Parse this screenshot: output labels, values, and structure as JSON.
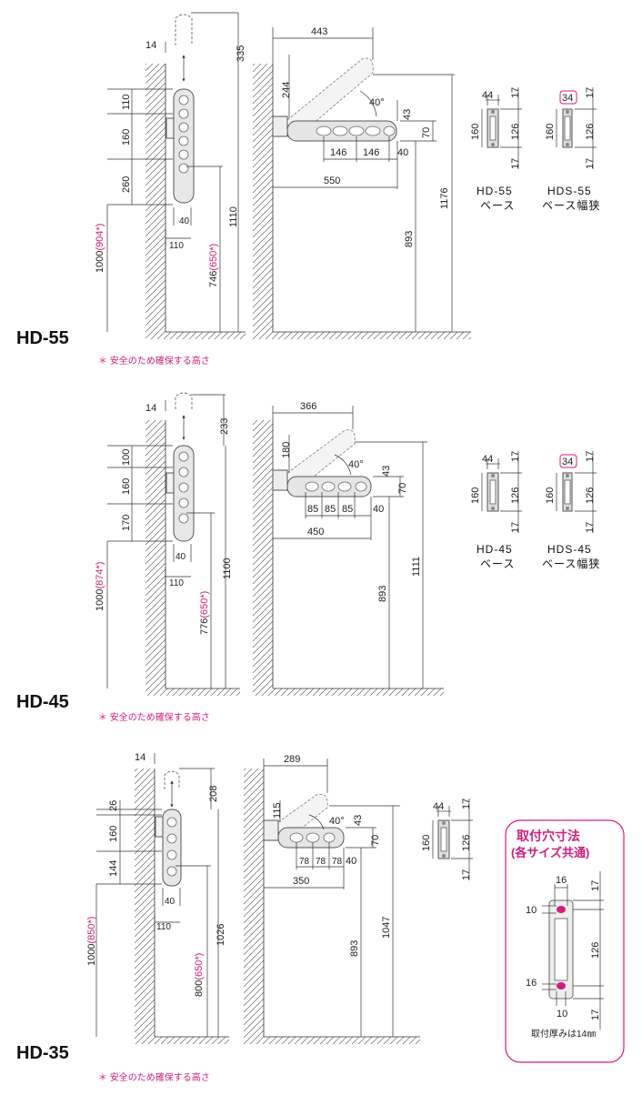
{
  "sections": [
    {
      "model": "HD-55",
      "note": "＊ 安全のため確保する高さ",
      "side": {
        "top_offset": "14",
        "fold_height": "335",
        "h1": "110",
        "h2": "160",
        "h3": "260",
        "total_a": "1000",
        "total_a_alt": "(904*)",
        "right_a": "746",
        "right_a_alt": "(650*)",
        "right_b": "1110",
        "bottom_w1": "40",
        "bottom_w2": "110"
      },
      "front": {
        "top_len": "443",
        "arm_h": "244",
        "angle": "40°",
        "pipe_h": "43",
        "pipe_w": "70",
        "holes": [
          "146",
          "146"
        ],
        "end": "40",
        "span": "550",
        "height_a": "893",
        "height_b": "1176"
      },
      "bases": [
        {
          "width": "44",
          "top": "17",
          "mid": "126",
          "bottom": "17",
          "left": "160",
          "label1": "HD-55",
          "label2": "ベース"
        },
        {
          "width": "34",
          "top": "17",
          "mid": "126",
          "bottom": "17",
          "left": "160",
          "label1": "HDS-55",
          "label2": "ベース幅狭"
        }
      ]
    },
    {
      "model": "HD-45",
      "note": "＊ 安全のため確保する高さ",
      "side": {
        "top_offset": "14",
        "fold_height": "233",
        "h1": "100",
        "h2": "160",
        "h3": "170",
        "total_a": "1000",
        "total_a_alt": "(874*)",
        "right_a": "776",
        "right_a_alt": "(650*)",
        "right_b": "1100",
        "bottom_w1": "40",
        "bottom_w2": "110"
      },
      "front": {
        "top_len": "366",
        "arm_h": "180",
        "angle": "40°",
        "pipe_h": "43",
        "pipe_w": "70",
        "holes": [
          "85",
          "85",
          "85"
        ],
        "end": "40",
        "span": "450",
        "height_a": "893",
        "height_b": "1111"
      },
      "bases": [
        {
          "width": "44",
          "top": "17",
          "mid": "126",
          "bottom": "17",
          "left": "160",
          "label1": "HD-45",
          "label2": "ベース"
        },
        {
          "width": "34",
          "top": "17",
          "mid": "126",
          "bottom": "17",
          "left": "160",
          "label1": "HDS-45",
          "label2": "ベース幅狭"
        }
      ]
    },
    {
      "model": "HD-35",
      "note": "＊ 安全のため確保する高さ",
      "side": {
        "top_offset": "14",
        "fold_height": "208",
        "h1": "26",
        "h2": "160",
        "h3": "144",
        "total_a": "1000",
        "total_a_alt": "(850*)",
        "right_a": "800",
        "right_a_alt": "(650*)",
        "right_b": "1026",
        "bottom_w1": "40",
        "bottom_w2": "110"
      },
      "front": {
        "top_len": "289",
        "arm_h": "115",
        "angle": "40°",
        "pipe_h": "43",
        "pipe_w": "70",
        "holes": [
          "78",
          "78",
          "78"
        ],
        "end": "40",
        "span": "350",
        "height_a": "893",
        "height_b": "1047"
      },
      "bases": [
        {
          "width": "44",
          "top": "17",
          "mid": "126",
          "bottom": "17",
          "left": "160"
        }
      ]
    }
  ],
  "mount": {
    "title1": "取付穴寸法",
    "title2": "(各サイズ共通)",
    "w_top": "16",
    "hole_top": "10",
    "top": "17",
    "mid": "126",
    "w_bottom": "16",
    "hole_bottom": "10",
    "bottom": "17",
    "caption": "取付厚みは14㎜",
    "accent": "#d21d7c"
  }
}
